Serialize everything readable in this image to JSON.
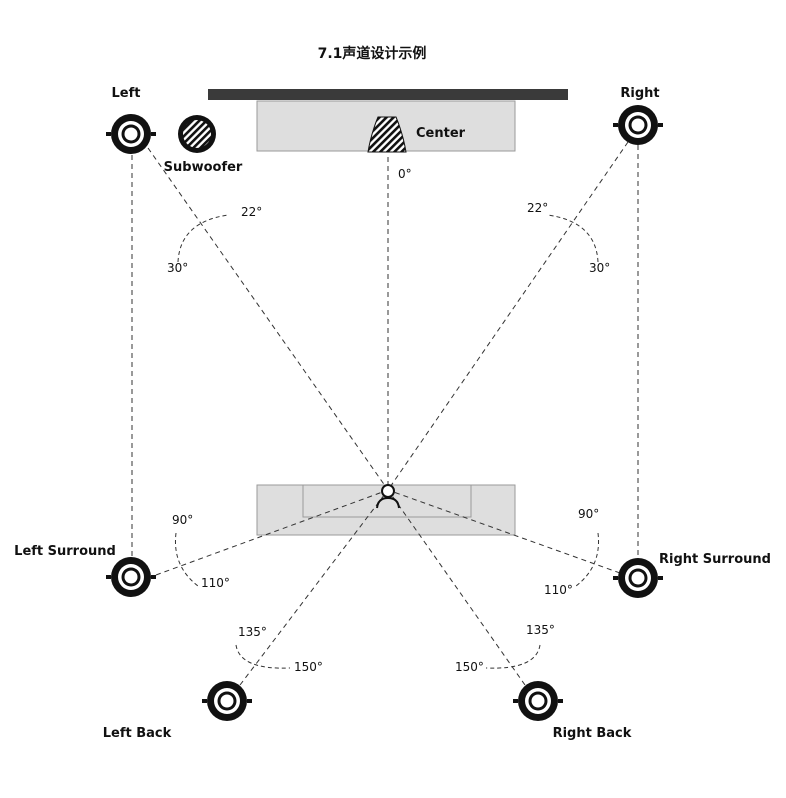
{
  "title": "7.1声道设计示例",
  "speakers": {
    "left": "Left",
    "right": "Right",
    "center": "Center",
    "subwoofer": "Subwoofer",
    "left_surround": "Left Surround",
    "right_surround": "Right Surround",
    "left_back": "Left Back",
    "right_back": "Right Back"
  },
  "angles": {
    "center": "0°",
    "left_front_inner": "22°",
    "left_front_outer": "30°",
    "right_front_inner": "22°",
    "right_front_outer": "30°",
    "left_surround_inner": "90°",
    "left_surround_outer": "110°",
    "right_surround_inner": "90°",
    "right_surround_outer": "110°",
    "left_back_inner": "135°",
    "left_back_outer": "150°",
    "right_back_inner": "135°",
    "right_back_outer": "150°"
  },
  "colors": {
    "screen": "#3a3a3a",
    "furniture": "#dedede",
    "lines": "#333333"
  }
}
